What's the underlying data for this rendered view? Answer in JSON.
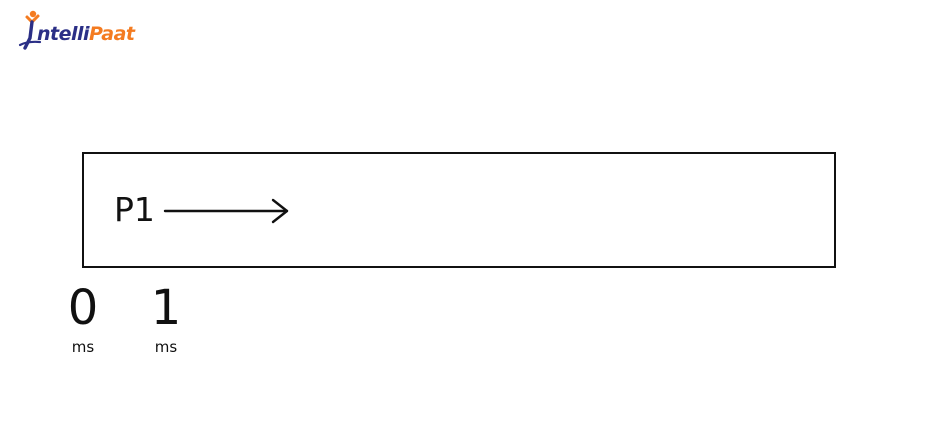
{
  "logo": {
    "text_part_a": "ntelli",
    "text_part_b": "Paat",
    "icon": "intellipaat-logo-mark",
    "colors": {
      "primary": "#2b2f86",
      "accent": "#f47b20"
    }
  },
  "diagram": {
    "process": "P1",
    "ticks": [
      {
        "value": "0",
        "unit": "ms"
      },
      {
        "value": "1",
        "unit": "ms"
      }
    ]
  }
}
